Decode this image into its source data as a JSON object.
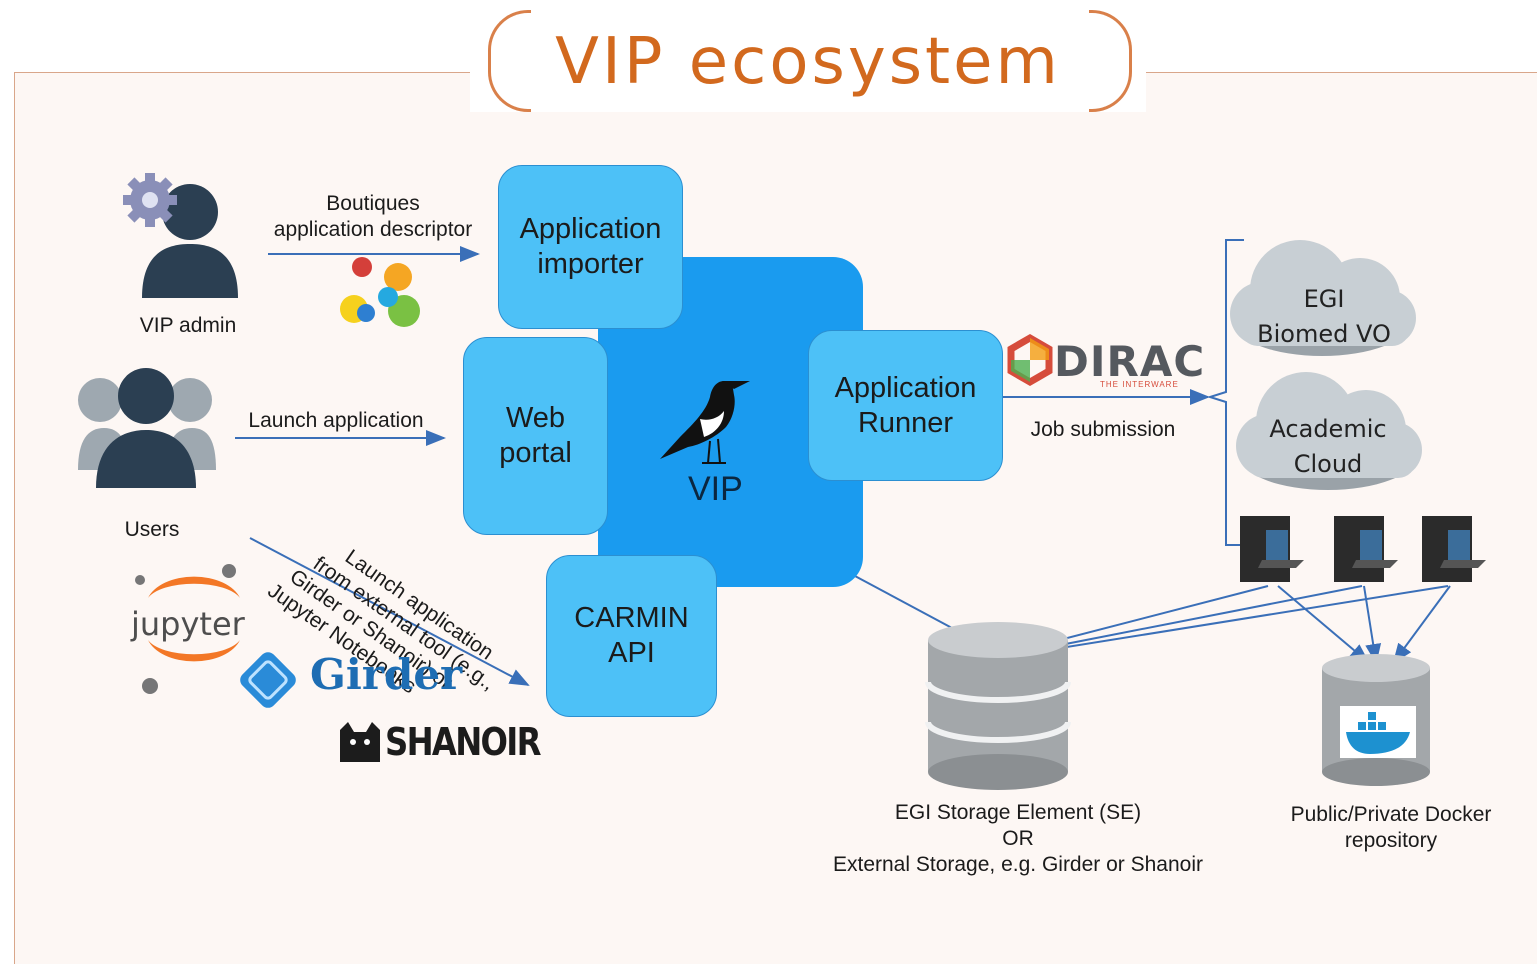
{
  "title": "VIP ecosystem",
  "core": {
    "label": "VIP",
    "boxes": {
      "importer": [
        "Application",
        "importer"
      ],
      "portal": [
        "Web",
        "portal"
      ],
      "runner": [
        "Application",
        "Runner"
      ],
      "carmin": [
        "CARMIN",
        "API"
      ]
    }
  },
  "actors": {
    "admin": "VIP admin",
    "users": "Users"
  },
  "arrows": {
    "boutiques": [
      "Boutiques",
      "application descriptor"
    ],
    "launch": "Launch application",
    "external": [
      "Launch application",
      "from external tool (e.g.,",
      "Girder or Shanoir) or",
      "Jupyter Notebooks"
    ],
    "job": "Job submission"
  },
  "logos": {
    "dirac": "DIRAC",
    "dirac_tagline": "THE INTERWARE",
    "jupyter": "jupyter",
    "girder": "Girder",
    "shanoir": "SHANOIR"
  },
  "clouds": {
    "egi": [
      "EGI",
      "Biomed VO"
    ],
    "academic": [
      "Academic",
      "Cloud"
    ]
  },
  "storage": {
    "label": [
      "EGI Storage Element (SE)",
      "OR",
      "External Storage, e.g. Girder or Shanoir"
    ]
  },
  "docker": {
    "label": [
      "Public/Private Docker",
      "repository"
    ]
  },
  "colors": {
    "title": "#d2691e",
    "vip_core": "#1a9bef",
    "box": "#4dc1f7",
    "arrow": "#3a6fb8"
  }
}
